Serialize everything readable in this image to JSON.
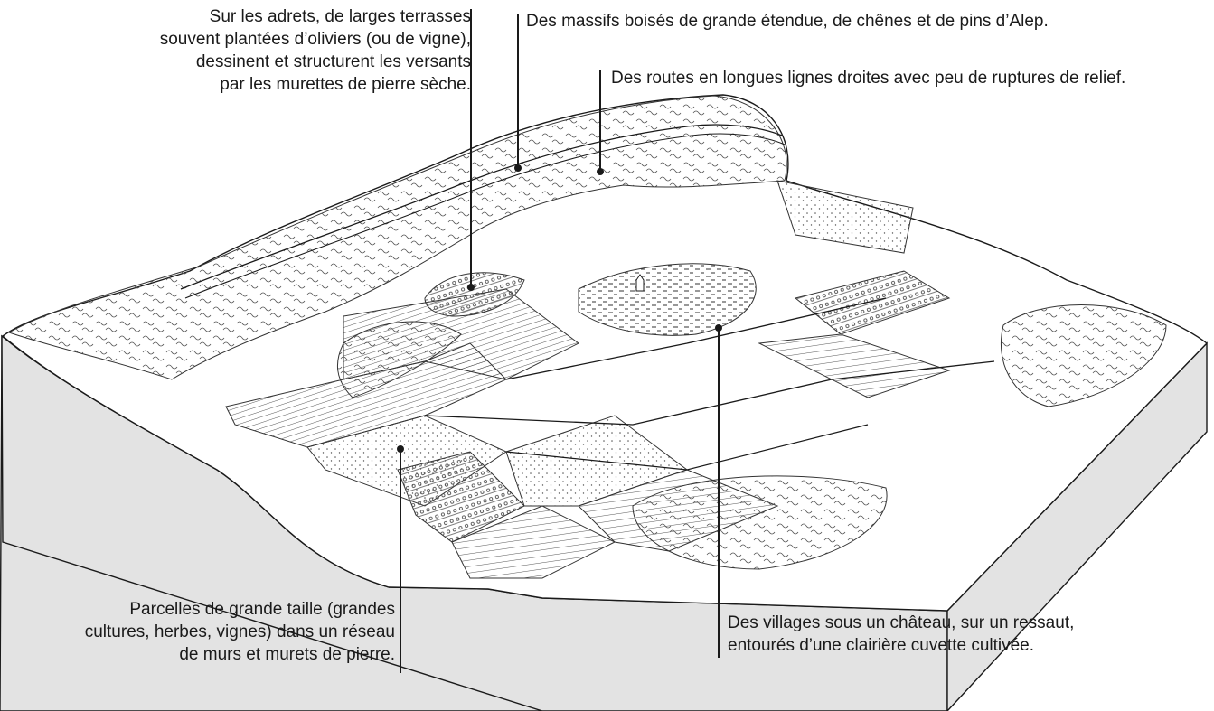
{
  "annotations": {
    "terraces": {
      "lines": [
        "Sur les adrets, de larges terrasses",
        "souvent plantées d’oliviers (ou de vigne),",
        "dessinent et structurent les versants",
        "par les murettes de pierre sèche."
      ]
    },
    "forests": {
      "lines": [
        "Des massifs boisés de grande étendue, de chênes et de pins d’Alep."
      ]
    },
    "roads": {
      "lines": [
        "Des routes en longues lignes droites avec peu de ruptures de relief."
      ]
    },
    "parcels": {
      "lines": [
        "Parcelles de grande taille (grandes",
        "cultures, herbes, vignes) dans un réseau",
        "de murs et murets de pierre."
      ]
    },
    "villages": {
      "lines": [
        "Des villages sous un château, sur un ressaut,",
        "entourés d’une clairière cuvette cultivée."
      ]
    }
  },
  "colors": {
    "ink": "#1a1a1a",
    "block_side": "#e3e3e3",
    "terrain": "#ffffff"
  }
}
